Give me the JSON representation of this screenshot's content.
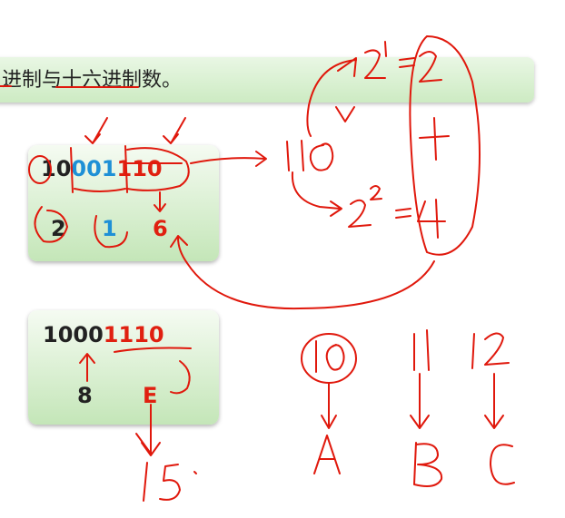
{
  "header": {
    "title": "进制与十六进制数。"
  },
  "card_top": {
    "bits_part1": "10",
    "bits_part2": "001",
    "bits_part3": "110",
    "digit_a": "2",
    "digit_b": "1",
    "digit_c": "6"
  },
  "card_bottom": {
    "bits_part1": "1000",
    "bits_part2": "1110",
    "digit_a": "8",
    "digit_b": "E"
  },
  "colors": {
    "ink": "#e0180c",
    "blue_digits": "#1e90d6",
    "red_digits": "#e02010"
  },
  "annotations": {
    "value_110": "110",
    "power_2_1": "2",
    "exp_1": "1",
    "eq_2": "=2",
    "plus": "+",
    "power_2_2": "2",
    "exp_2": "2",
    "eq_4": "=4",
    "num_10": "10",
    "num_11": "11",
    "num_12": "12",
    "letter_a": "A",
    "letter_b": "B",
    "letter_c": "C",
    "num_15": "15"
  }
}
